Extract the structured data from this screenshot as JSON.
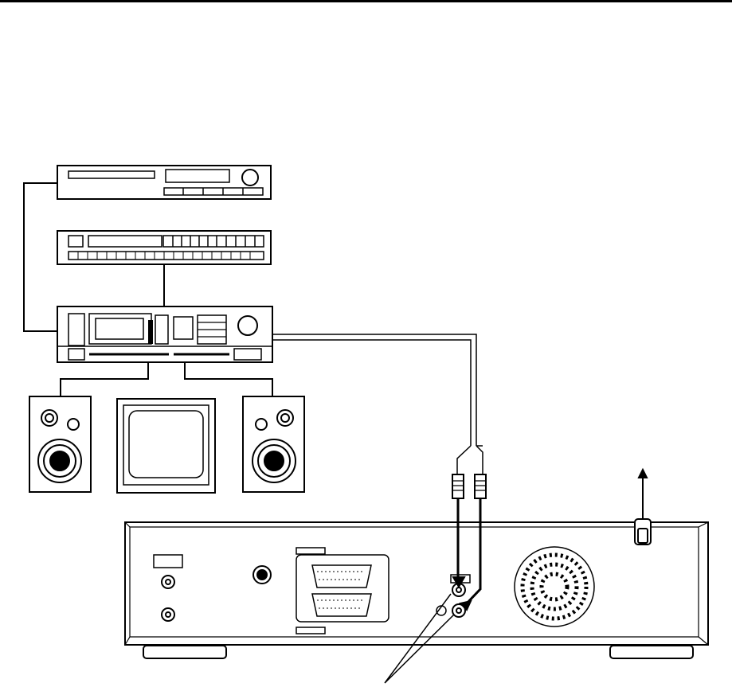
{
  "diagram": {
    "components": [
      {
        "id": "tape-deck",
        "icon": "cassette-deck-icon"
      },
      {
        "id": "equalizer",
        "icon": "graphic-equalizer-icon"
      },
      {
        "id": "av-receiver",
        "icon": "amplifier-receiver-icon"
      },
      {
        "id": "speaker-left",
        "icon": "speaker-icon"
      },
      {
        "id": "television",
        "icon": "tv-monitor-icon"
      },
      {
        "id": "speaker-right",
        "icon": "speaker-icon"
      },
      {
        "id": "rca-plugs",
        "icon": "rca-audio-plug-icon"
      },
      {
        "id": "recorder-rear-panel",
        "icon": "vcr-rear-panel-icon"
      },
      {
        "id": "power-cord",
        "icon": "power-cord-icon"
      }
    ],
    "connections": [
      [
        "tape-deck",
        "av-receiver"
      ],
      [
        "equalizer",
        "av-receiver"
      ],
      [
        "av-receiver",
        "speaker-left"
      ],
      [
        "av-receiver",
        "speaker-right"
      ],
      [
        "av-receiver",
        "rca-plugs"
      ],
      [
        "rca-plugs",
        "recorder-rear-panel"
      ]
    ]
  }
}
